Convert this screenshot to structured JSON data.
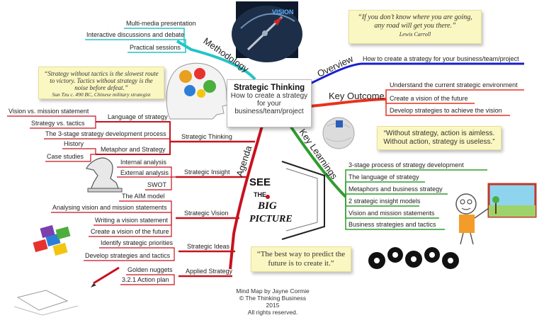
{
  "center": {
    "title": "Strategic Thinking",
    "subtitle": "How to create a strategy for your business/team/project"
  },
  "branches": {
    "methodology": "Methodology",
    "overview": "Overview",
    "key_outcome": "Key Outcome",
    "key_learnings": "Key Learnings",
    "agenda": "Agenda"
  },
  "methodology_items": [
    "Multi-media presentation",
    "Interactive discussions and debate",
    "Practical sessions"
  ],
  "overview_item": "How to create a strategy for your business/team/project",
  "key_outcome_items": [
    "Understand the current strategic environment",
    "Create a vision of the future",
    "Develop strategies to achieve the vision"
  ],
  "key_learnings_items": [
    "3-stage process of strategy development",
    "The language of strategy",
    "Metaphors and business strategy",
    "2 strategic insight models",
    "Vision and mission statements",
    "Business strategies and tactics"
  ],
  "agenda": {
    "strategic_thinking": "Strategic Thinking",
    "language_of_strategy": "Language of strategy",
    "vision_vs_mission": "Vision vs. mission statement",
    "strategy_vs_tactics": "Strategy vs. tactics",
    "three_stage": "The 3-stage strategy development process",
    "history": "History",
    "metaphor": "Metaphor and Strategy",
    "case_studies": "Case studies",
    "strategic_insight": "Strategic Insight",
    "internal_analysis": "Internal analysis",
    "external_analysis": "External analysis",
    "swot": "SWOT",
    "strategic_vision": "Strategic Vision",
    "aim_model": "The AIM model",
    "analysing_vm": "Analysing vision and mission statements",
    "writing_vs": "Writing a vision statement",
    "create_vision": "Create a vision of the future",
    "strategic_ideas": "Strategic Ideas",
    "identify_priorities": "Identify strategic priorities",
    "develop_strategies": "Develop strategies and tactics",
    "applied_strategy": "Applied Strategy",
    "golden_nuggets": "Golden nuggets",
    "action_plan": "3.2.1 Action plan"
  },
  "quotes": {
    "carroll": "“If you don’t know where you are going, any road will get you there.”",
    "carroll_author": "Lewis Carroll",
    "sun_tzu": "“Strategy without tactics is the slowest route to victory. Tactics without strategy is the noise before defeat.”",
    "sun_tzu_author": "Sun Tzu c. 490 BC, Chinese military strategist",
    "aimless": "“Without strategy, action is aimless. Without action, strategy is useless.”",
    "predict": "“The best way to predict the future is to create it.”"
  },
  "images": {
    "compass_word": "VISION",
    "see_big_picture": [
      "SEE",
      "THE",
      "BIG",
      "PICTURE"
    ]
  },
  "credit": [
    "Mind Map by Jayne Cormie",
    "© The Thinking Business 2015",
    "All rights reserved."
  ],
  "colors": {
    "methodology": "#22c4c9",
    "overview": "#1a1fd0",
    "key_outcome": "#e8321e",
    "key_learnings": "#2e9d2e",
    "agenda": "#c8121e",
    "quote_bg": "#fbf7c2"
  }
}
